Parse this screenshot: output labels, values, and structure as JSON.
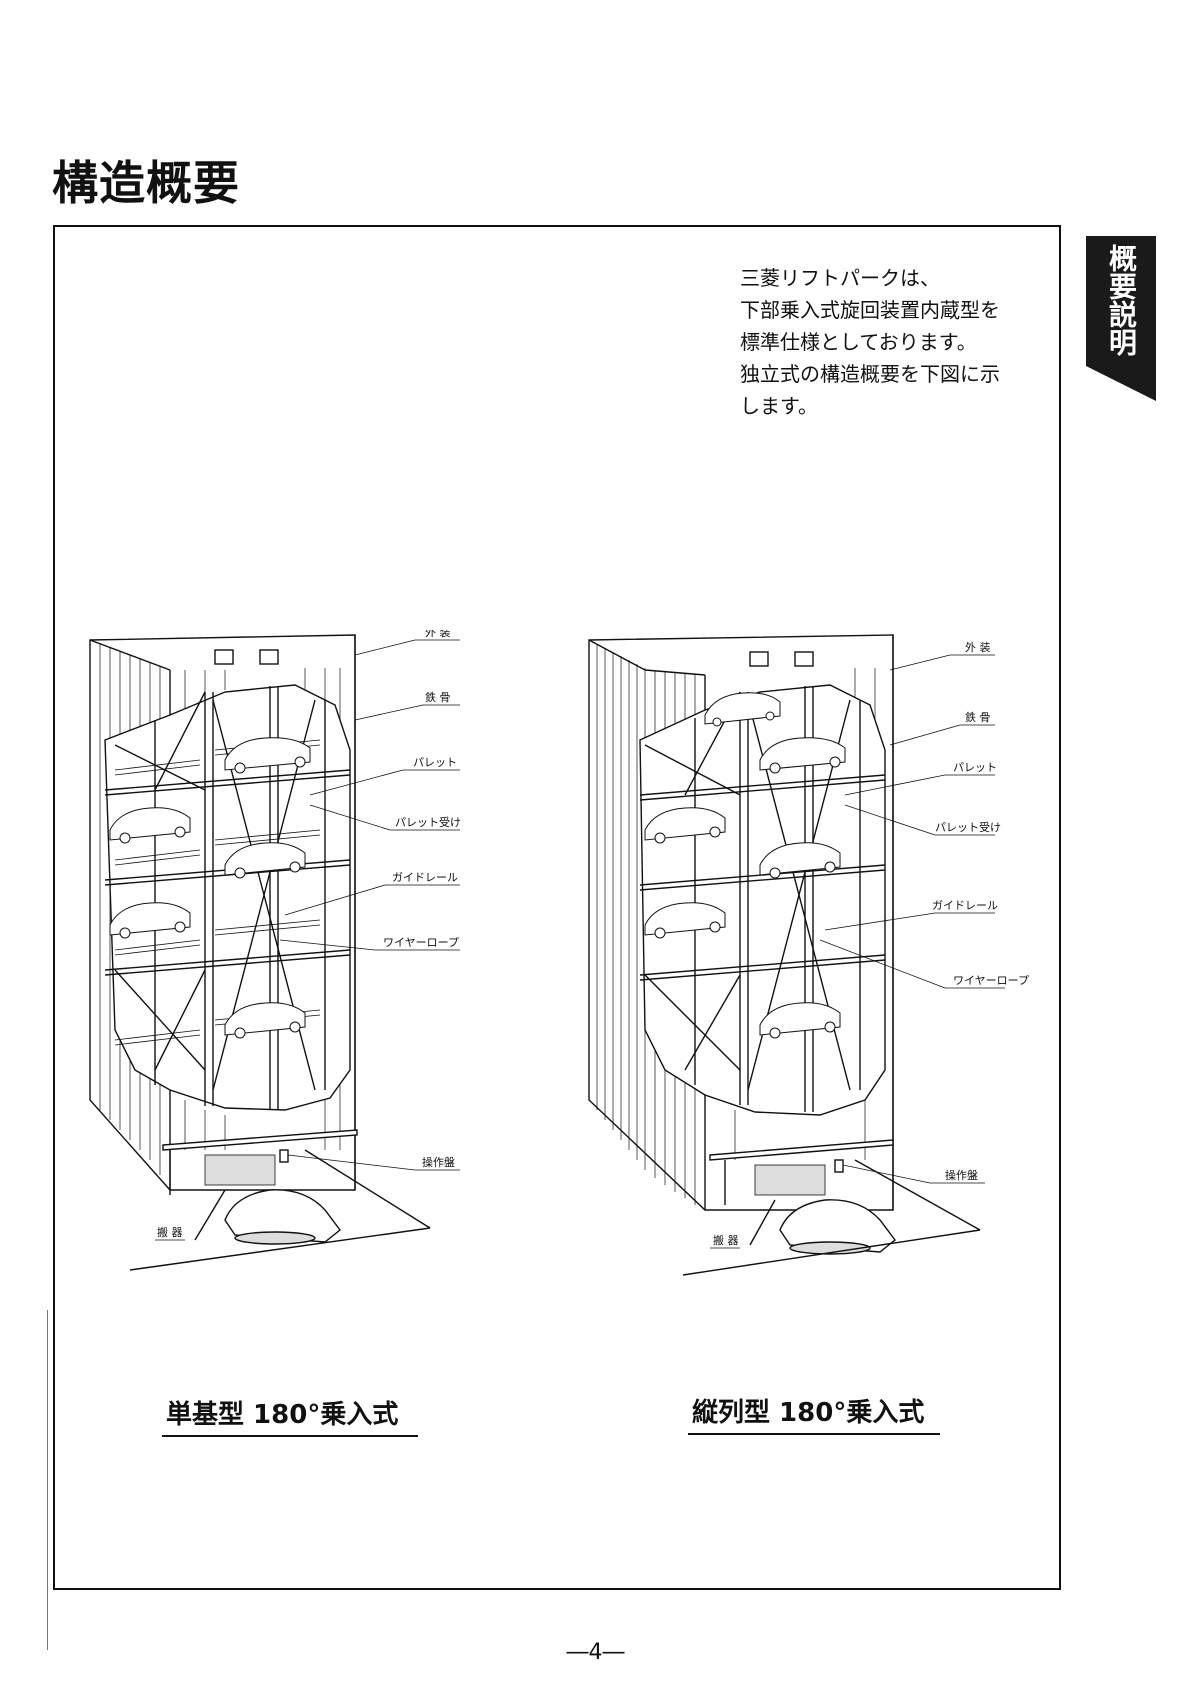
{
  "page": {
    "title": "構造概要",
    "side_tab": "概要説明",
    "page_number": "―4―"
  },
  "intro": {
    "lines": [
      "三菱リフトパークは、",
      "下部乗入式旋回装置内蔵型を",
      "標準仕様としております。",
      "独立式の構造概要を下図に示",
      "します。"
    ]
  },
  "figures": [
    {
      "caption": "単基型 180°乗入式",
      "labels": {
        "exterior": "外 装",
        "steel_frame": "鉄 骨",
        "pallet": "パレット",
        "pallet_receiver": "パレット受け",
        "guide_rail": "ガイドレール",
        "wire_rope": "ワイヤーロープ",
        "control_panel": "操作盤",
        "entrance": "搬 器"
      }
    },
    {
      "caption": "縦列型 180°乗入式",
      "labels": {
        "exterior": "外 装",
        "steel_frame": "鉄 骨",
        "pallet": "パレット",
        "pallet_receiver": "パレット受け",
        "guide_rail": "ガイドレール",
        "wire_rope": "ワイヤーロープ",
        "control_panel": "操作盤",
        "entrance": "搬 器"
      }
    }
  ],
  "colors": {
    "ink": "#111111",
    "tab_bg": "#1a1a1a",
    "tab_text": "#ffffff"
  }
}
